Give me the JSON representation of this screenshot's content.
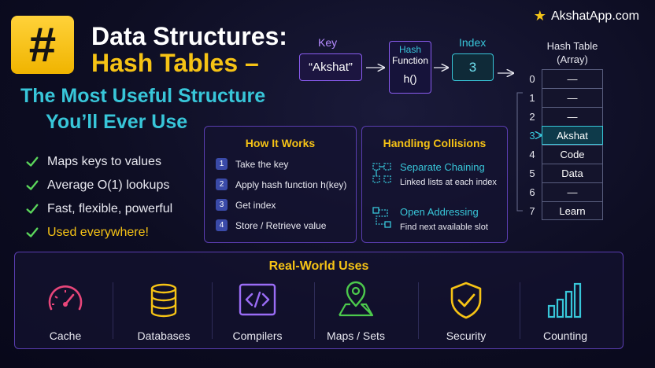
{
  "brand": {
    "name": "AkshatApp.com",
    "icon": "star-icon"
  },
  "logo": {
    "symbol": "#"
  },
  "title": {
    "line1": "Data Structures:",
    "line2": "Hash Tables –",
    "subtitle1": "The Most Useful Structure",
    "subtitle2": "You’ll Ever Use"
  },
  "bullets": [
    {
      "text": "Maps keys to values"
    },
    {
      "text": "Average O(1) lookups"
    },
    {
      "text": "Fast, flexible, powerful"
    },
    {
      "text": "Used everywhere!"
    }
  ],
  "flow": {
    "key_label": "Key",
    "key_value": "“Akshat”",
    "hash_line1": "Hash",
    "hash_line2": "Function",
    "hash_line3": "h()",
    "index_label": "Index",
    "index_value": "3"
  },
  "hash_table": {
    "label_line1": "Hash Table",
    "label_line2": "(Array)",
    "indices": [
      "0",
      "1",
      "2",
      "3",
      "4",
      "5",
      "6",
      "7"
    ],
    "cells": [
      "—",
      "—",
      "—",
      "Akshat",
      "Code",
      "Data",
      "—",
      "Learn"
    ],
    "highlight_index": 3
  },
  "how_it_works": {
    "title": "How It Works",
    "steps": [
      {
        "num": "1",
        "text": "Take the key"
      },
      {
        "num": "2",
        "text": "Apply hash function h(key)"
      },
      {
        "num": "3",
        "text": "Get index"
      },
      {
        "num": "4",
        "text": "Store / Retrieve value"
      }
    ]
  },
  "collisions": {
    "title": "Handling Collisions",
    "items": [
      {
        "title": "Separate Chaining",
        "desc": "Linked lists at each index"
      },
      {
        "title": "Open Addressing",
        "desc": "Find next available slot"
      }
    ]
  },
  "real_world": {
    "title": "Real-World Uses",
    "uses": [
      {
        "label": "Cache",
        "icon": "speedometer-icon",
        "color": "#e8467a"
      },
      {
        "label": "Databases",
        "icon": "database-icon",
        "color": "#f6c315"
      },
      {
        "label": "Compilers",
        "icon": "code-icon",
        "color": "#9a6cf5"
      },
      {
        "label": "Maps / Sets",
        "icon": "map-pin-icon",
        "color": "#4cc94c"
      },
      {
        "label": "Security",
        "icon": "shield-check-icon",
        "color": "#f6c315"
      },
      {
        "label": "Counting",
        "icon": "bar-chart-icon",
        "color": "#38c6d9"
      }
    ]
  },
  "colors": {
    "accent_yellow": "#f6c315",
    "accent_cyan": "#38c6d9",
    "accent_purple": "#8a5cf0",
    "check_green": "#5bd65b"
  }
}
